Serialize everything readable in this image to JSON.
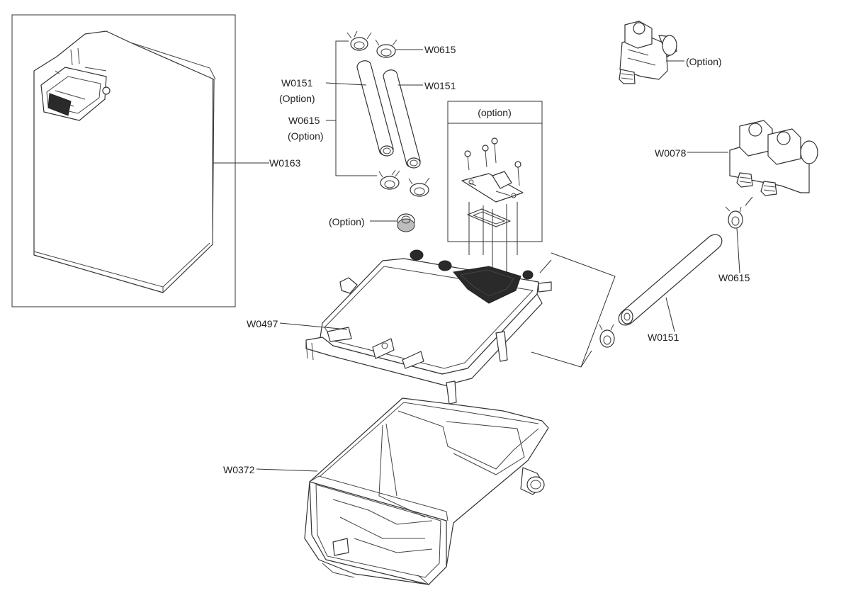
{
  "labels": {
    "w0163": "W0163",
    "w0151_option_code": "W0151",
    "w0151_option_note": "(Option)",
    "w0615_option_code": "W0615",
    "w0615_option_note": "(Option)",
    "w0615_top": "W0615",
    "w0151_top": "W0151",
    "option_cap": "(Option)",
    "option_box_title": "(option)",
    "valve_single_option": "(Option)",
    "w0078": "W0078",
    "w0615_right": "W0615",
    "w0151_right": "W0151",
    "w0497": "W0497",
    "w0372": "W0372"
  },
  "icons": {
    "clamp": "hose-clamp-icon",
    "hose": "hose-icon",
    "screw": "screw-icon",
    "valve": "water-valve-icon"
  }
}
